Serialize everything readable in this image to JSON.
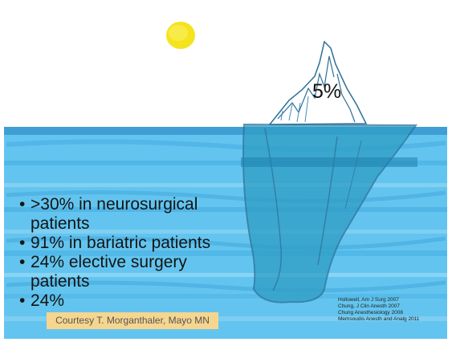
{
  "iceberg": {
    "tip_label": "5%"
  },
  "bullets": [
    {
      "lines": [
        ">30% in neurosurgical",
        "patients"
      ]
    },
    {
      "lines": [
        "91% in bariatric patients"
      ]
    },
    {
      "lines": [
        "24% elective surgery",
        "patients"
      ]
    },
    {
      "lines": [
        "24%"
      ]
    }
  ],
  "caption": "Courtesy T. Morganthaler, Mayo MN",
  "references": [
    "Hollowell, Am J Surg 2007",
    "Chung, J Clin Anesth 2007",
    "Chung Anesthesiology 2008",
    "Memsoudis Anesth and Analg 2011"
  ],
  "colors": {
    "sun": "#f5e31d",
    "water_light": "#5cc3ef",
    "water_dark": "#3296c8",
    "iceberg_under": "#2f9ec4",
    "iceberg_outline": "#2c6f97",
    "caption_bg": "#f6d68f"
  },
  "icons": [
    "sun-icon",
    "iceberg-icon"
  ]
}
